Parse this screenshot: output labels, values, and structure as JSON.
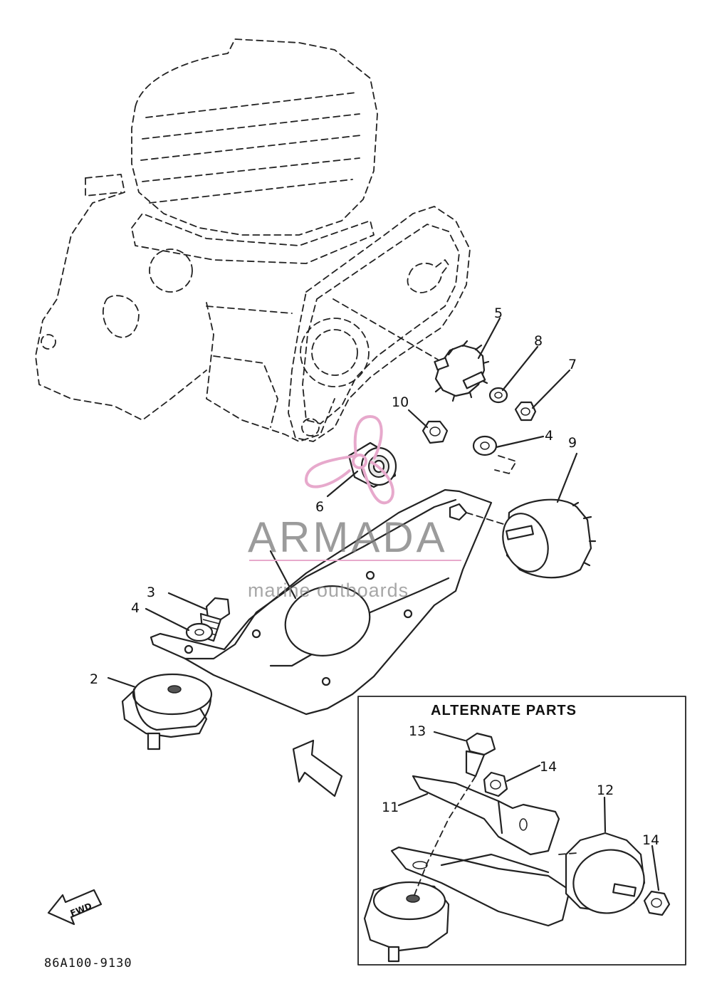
{
  "diagram": {
    "part_labels": {
      "p2": "2",
      "p3": "3",
      "p4a": "4",
      "p4b": "4",
      "p5": "5",
      "p6": "6",
      "p7": "7",
      "p8": "8",
      "p9": "9",
      "p10": "10",
      "p11": "11",
      "p12": "12",
      "p13": "13",
      "p14a": "14",
      "p14b": "14"
    },
    "alternate_box_title": "ALTERNATE PARTS",
    "diagram_code": "86A100-9130",
    "fwd_label": "FWD"
  },
  "watermark": {
    "brand": "ARMADA",
    "tagline": "marine outboards",
    "accent_color": "#e7a9cc"
  },
  "colors": {
    "line": "#222222",
    "background": "#ffffff"
  }
}
